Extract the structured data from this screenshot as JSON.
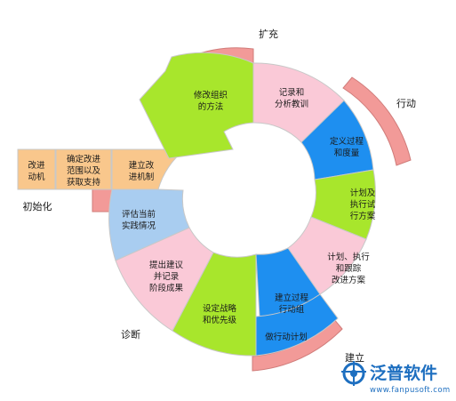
{
  "phases": {
    "expand": "扩充",
    "act": "行动",
    "init": "初始化",
    "diagnose": "诊断",
    "build": "建立"
  },
  "segments": {
    "record": [
      "记录和",
      "分析教训"
    ],
    "define": [
      "定义过程",
      "和度量"
    ],
    "plan": [
      "计划及",
      "执行试",
      "行方案"
    ],
    "plan_follow": [
      "计划、执行",
      "和跟踪",
      "改进方案"
    ],
    "build_group": [
      "建立过程",
      "行动组"
    ],
    "action_plan": [
      "做行动计划"
    ],
    "strategy": [
      "设定战略",
      "和优先级"
    ],
    "propose": [
      "提出建议",
      "并记录",
      "阶段成果"
    ],
    "assess": [
      "评估当前",
      "实践情况"
    ],
    "modify": [
      "修改组织",
      "的方法"
    ],
    "motive": [
      "改进",
      "动机"
    ],
    "scope": [
      "确定改进",
      "范围以及",
      "获取支持"
    ],
    "mechanism": [
      "建立改",
      "进机制"
    ]
  },
  "logo": {
    "name": "泛普软件",
    "url": "www.fanpusoft.com"
  },
  "colors": {
    "pink": "#fac9d7",
    "blue": "#1e8ff0",
    "green": "#a8e62c",
    "peach": "#f9c78c",
    "lightblue": "#a9cdf0",
    "band": "#f29a98",
    "outline": "#c8c8c8"
  }
}
